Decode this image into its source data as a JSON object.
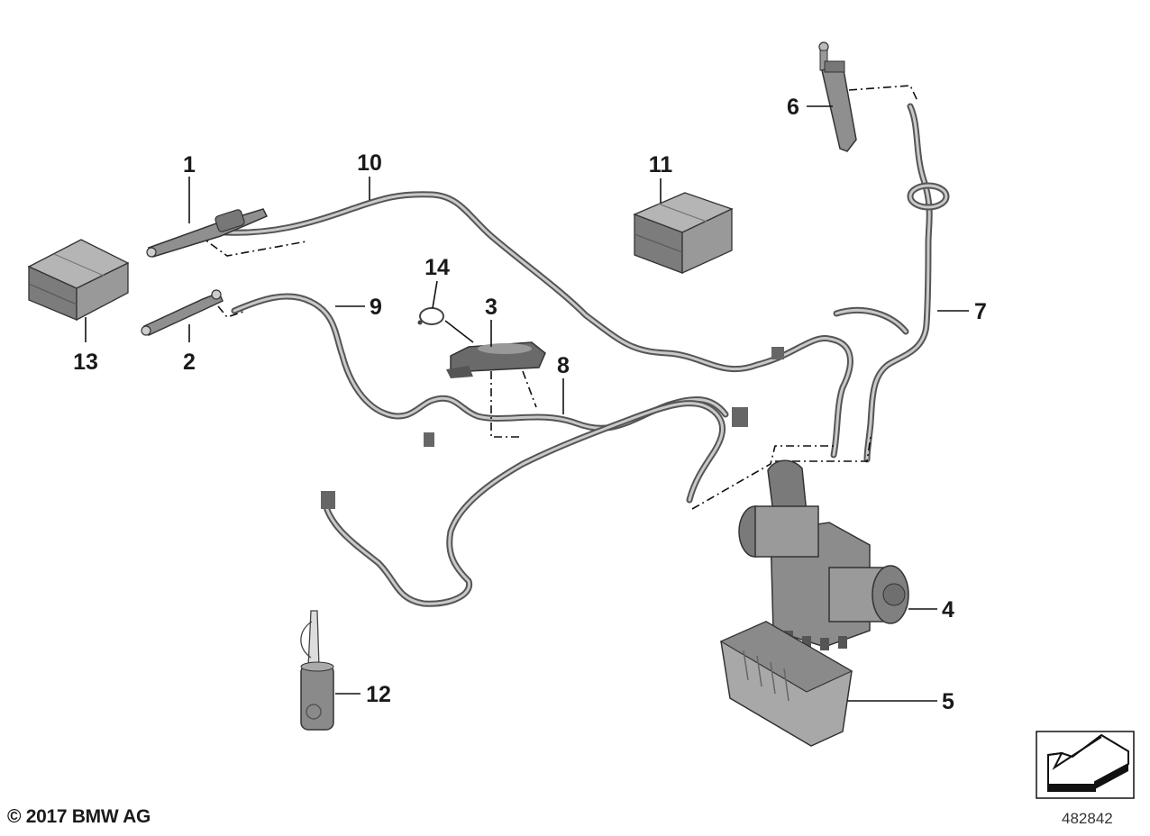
{
  "callouts": [
    {
      "id": "1",
      "label": "1"
    },
    {
      "id": "2",
      "label": "2"
    },
    {
      "id": "3",
      "label": "3"
    },
    {
      "id": "4",
      "label": "4"
    },
    {
      "id": "5",
      "label": "5"
    },
    {
      "id": "6",
      "label": "6"
    },
    {
      "id": "7",
      "label": "7"
    },
    {
      "id": "8",
      "label": "8"
    },
    {
      "id": "9",
      "label": "9"
    },
    {
      "id": "10",
      "label": "10"
    },
    {
      "id": "11",
      "label": "11"
    },
    {
      "id": "12",
      "label": "12"
    },
    {
      "id": "13",
      "label": "13"
    },
    {
      "id": "14",
      "label": "14"
    }
  ],
  "footer": {
    "copyright": "© 2017 BMW AG",
    "doc_number": "482842"
  },
  "colors": {
    "part_gray": "#8f8f8f",
    "hose_dark": "#555555",
    "line": "#111111"
  }
}
